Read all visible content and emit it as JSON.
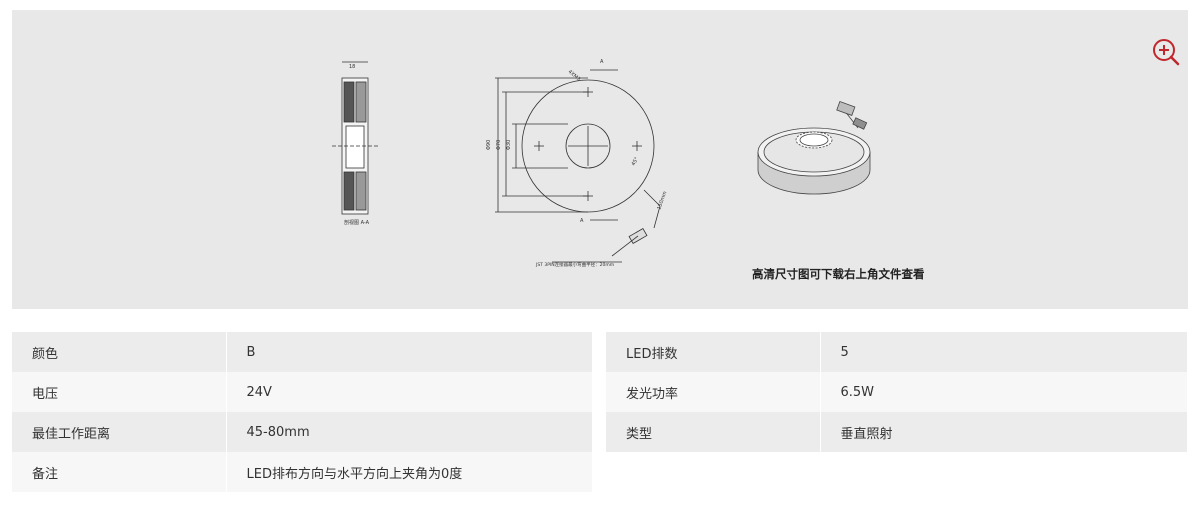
{
  "drawing": {
    "dim_width": "18",
    "section_label": "剖视图 A-A",
    "hole_label": "4XM3",
    "section_mark": "A",
    "dia_outer": "Φ90",
    "dia_mid": "Φ70",
    "dia_inner": "Φ30",
    "angle": "45°",
    "cable_length": "150mm",
    "connector_note": "JST 3PIN连接器最小弯曲半径：20mm",
    "caption": "高清尺寸图可下载右上角文件查看"
  },
  "zoom": {
    "icon": "zoom-in-icon",
    "color": "#c0272d"
  },
  "specs_left": [
    {
      "label": "颜色",
      "value": "B"
    },
    {
      "label": "电压",
      "value": "24V"
    },
    {
      "label": "最佳工作距离",
      "value": "45-80mm"
    },
    {
      "label": "备注",
      "value": "LED排布方向与水平方向上夹角为0度"
    }
  ],
  "specs_right": [
    {
      "label": "LED排数",
      "value": "5"
    },
    {
      "label": "发光功率",
      "value": "6.5W"
    },
    {
      "label": "类型",
      "value": "垂直照射"
    }
  ]
}
